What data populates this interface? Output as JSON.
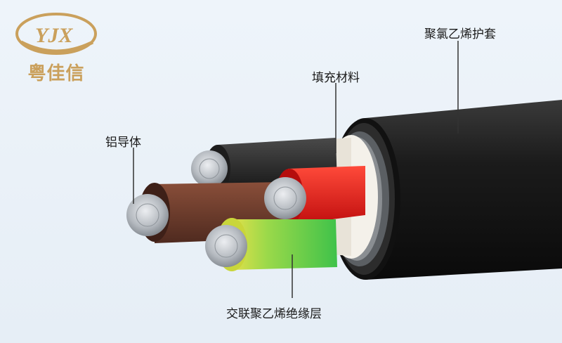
{
  "brand": {
    "logo_mark": "YJX",
    "name": "粤佳信"
  },
  "labels": {
    "jacket": "聚氯乙烯护套",
    "filler": "填充材料",
    "conductor": "铝导体",
    "insulation": "交联聚乙烯绝缘层"
  },
  "colors": {
    "background": "#e9f0f7",
    "brand_gold": "#caa05c",
    "sheath": "#151515",
    "core_black": "#2b2b2b",
    "core_brown": "#6b3a2a",
    "core_red": "#e01a1a",
    "core_green_yellow": "#7fd140",
    "filler": "#f4f1ea",
    "aluminum": "#b8bcc2"
  }
}
